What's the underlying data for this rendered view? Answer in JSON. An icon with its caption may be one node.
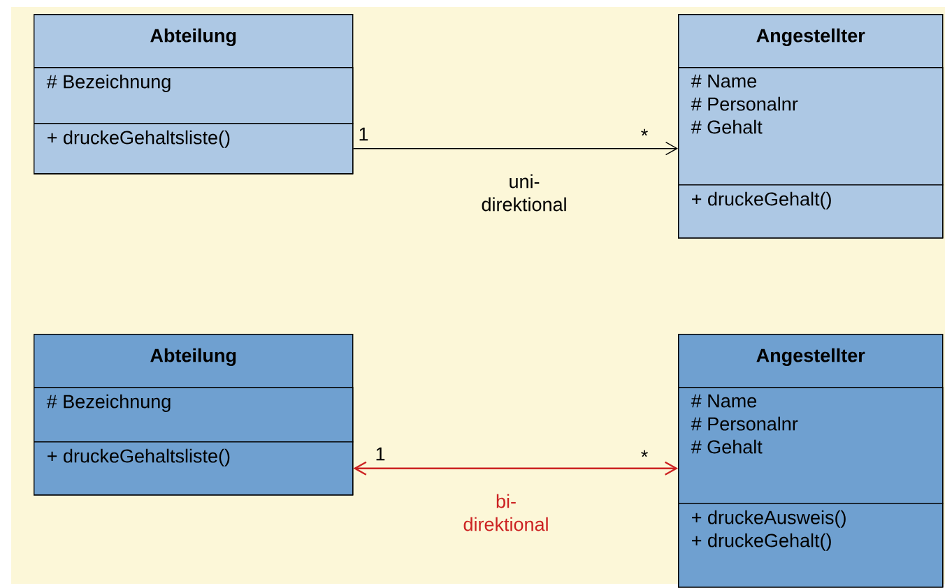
{
  "diagram": {
    "nodes": [
      {
        "text": [
          "Abteilung"
        ]
      },
      {
        "text": [
          "# Bezeichnung"
        ],
        "in": 0
      },
      {
        "text": [
          "+ druckeGehaltsliste()"
        ],
        "in": 0
      },
      {
        "text": [
          "Angestellter"
        ]
      },
      {
        "text": [
          "# Name",
          "# Personalnr",
          "# Gehalt"
        ],
        "in": 3
      },
      {
        "text": [
          "+ druckeGehalt()"
        ],
        "in": 3
      },
      {
        "text": [
          "Abteilung"
        ]
      },
      {
        "text": [
          "# Bezeichnung"
        ],
        "in": 6
      },
      {
        "text": [
          "+ druckeGehaltsliste()"
        ],
        "in": 6
      },
      {
        "text": [
          "Angestellter"
        ]
      },
      {
        "text": [
          "# Name",
          "# Personalnr",
          "# Gehalt"
        ],
        "in": 9
      },
      {
        "text": [
          "+ druckeAusweis()",
          "+ druckeGehalt()"
        ],
        "in": 9
      }
    ],
    "edges": [
      {
        "from": 0,
        "to": 3,
        "arrow": "to",
        "label": "uni- direktional"
      },
      {
        "from": 6,
        "to": 9,
        "arrow": "both",
        "label": "bi- direktional",
        "color": "#cc2222"
      }
    ],
    "labels": [
      "1",
      "*",
      "1",
      "*"
    ]
  }
}
